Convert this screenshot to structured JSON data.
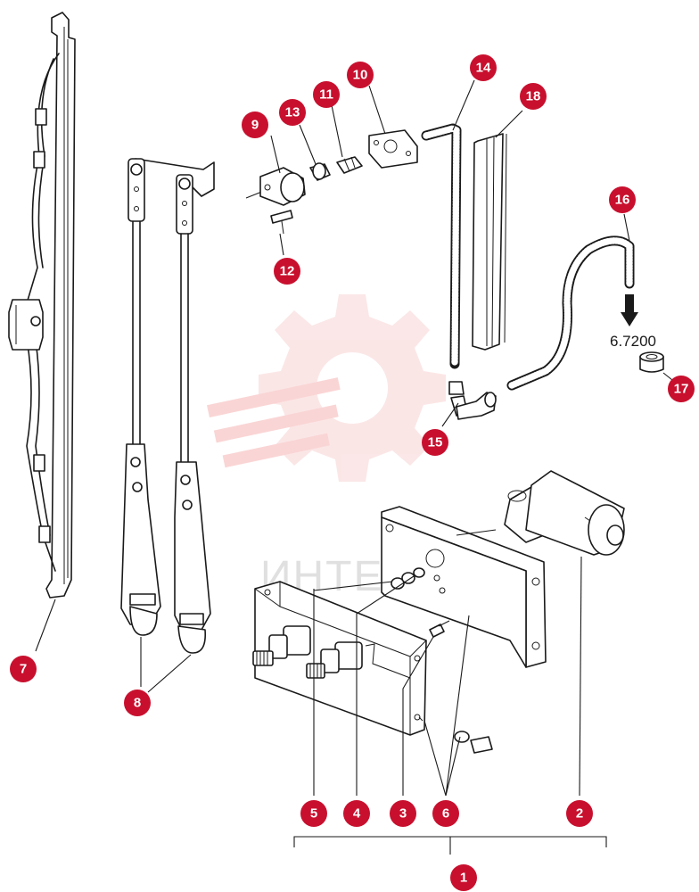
{
  "watermark": {
    "text": "ИНТЕХ",
    "color": "#f3b3b3"
  },
  "reference": {
    "text": "6.7200"
  },
  "callout_color": "#c8102e",
  "callouts": [
    {
      "n": "1"
    },
    {
      "n": "2"
    },
    {
      "n": "3"
    },
    {
      "n": "4"
    },
    {
      "n": "5"
    },
    {
      "n": "6"
    },
    {
      "n": "7"
    },
    {
      "n": "8"
    },
    {
      "n": "9"
    },
    {
      "n": "10"
    },
    {
      "n": "11"
    },
    {
      "n": "12"
    },
    {
      "n": "13"
    },
    {
      "n": "14"
    },
    {
      "n": "15"
    },
    {
      "n": "16"
    },
    {
      "n": "17"
    },
    {
      "n": "18"
    }
  ]
}
